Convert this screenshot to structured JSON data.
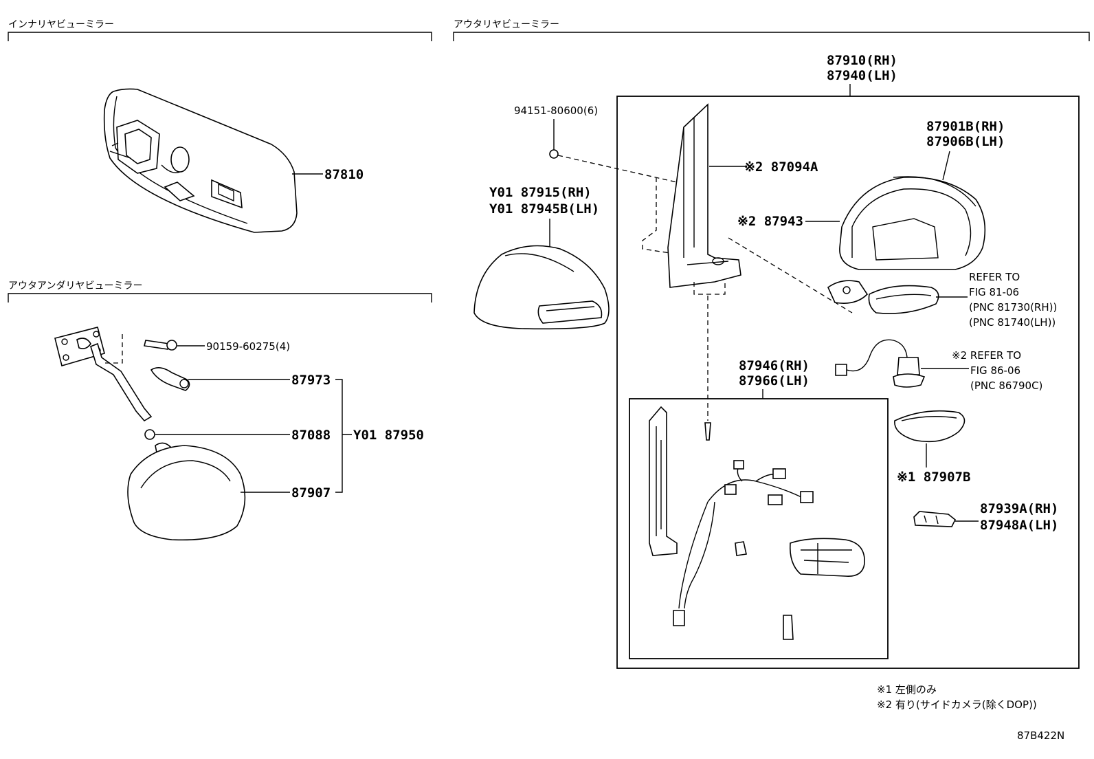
{
  "sections": {
    "inner": "インナリヤビューミラー",
    "outer_under": "アウタアンダリヤビューミラー",
    "outer": "アウタリヤビューミラー"
  },
  "inner_labels": {
    "p87810": "87810"
  },
  "under_labels": {
    "p90159": "90159-60275(4)",
    "p87973": "87973",
    "p87088": "87088",
    "p87907": "87907",
    "assembly": "Y01 87950"
  },
  "outer_labels": {
    "assy_rh": "87910(RH)",
    "assy_lh": "87940(LH)",
    "screw": "94151-80600(6)",
    "cover_rh": "Y01 87915(RH)",
    "cover_lh": "Y01 87945B(LH)",
    "p87094a": "※2 87094A",
    "p87943": "※2 87943",
    "p87901b_rh": "87901B(RH)",
    "p87906b_lh": "87906B(LH)",
    "ref1_l1": "REFER TO",
    "ref1_l2": "FIG 81-06",
    "ref1_l3": "(PNC 81730(RH))",
    "ref1_l4": "(PNC 81740(LH))",
    "ref2_l1": "※2 REFER TO",
    "ref2_l2": "FIG 86-06",
    "ref2_l3": "(PNC 86790C)",
    "harness_rh": "87946(RH)",
    "harness_lh": "87966(LH)",
    "p87907b": "※1 87907B",
    "p87939a_rh": "87939A(RH)",
    "p87948a_lh": "87948A(LH)"
  },
  "notes": {
    "n1": "※1 左側のみ",
    "n2": "※2 有り(サイドカメラ(除くDOP))"
  },
  "figure_code": "87B422N"
}
